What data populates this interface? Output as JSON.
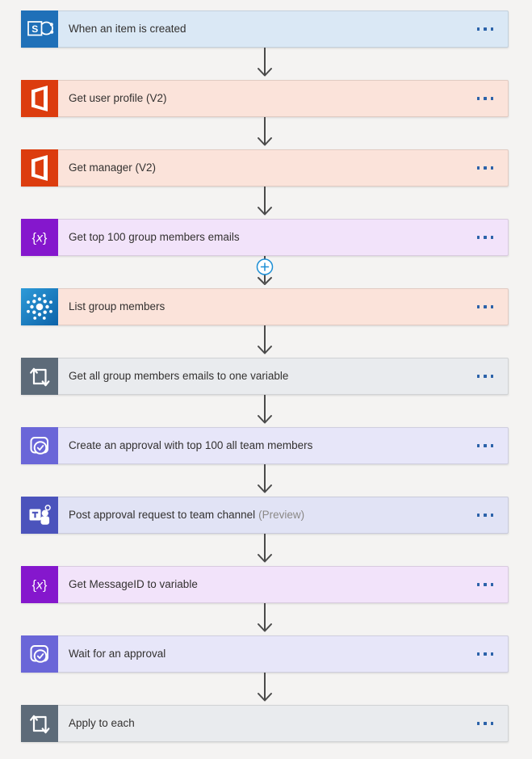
{
  "canvas": {
    "background_color": "#f4f3f2",
    "arrow_color": "#4a4a4a",
    "menu_dots_color": "#2b62a9",
    "insert_button_color": "#1e8fd5",
    "insert_button_label": "+"
  },
  "steps": [
    {
      "title": "When an item is created",
      "icon": "sharepoint-icon",
      "icon_color": "#1f70b8",
      "card_color": "#dae8f5"
    },
    {
      "title": "Get user profile (V2)",
      "icon": "office365-icon",
      "icon_color": "#dc3c0e",
      "card_color": "#fbe3da"
    },
    {
      "title": "Get manager (V2)",
      "icon": "office365-icon",
      "icon_color": "#dc3c0e",
      "card_color": "#fbe3da"
    },
    {
      "title": "Get top 100 group members emails",
      "icon": "variables-icon",
      "icon_color": "#8517cd",
      "card_color": "#f2e3fa",
      "insert_after": true
    },
    {
      "title": "List group members",
      "icon": "groups-icon",
      "icon_color": "#1a7fc4",
      "icon_color_top": "#2d9ad8",
      "icon_color_bottom": "#0d63a9",
      "card_color": "#fbe3da"
    },
    {
      "title": "Get all group members emails to one variable",
      "icon": "apply-to-each-icon",
      "icon_color": "#5d6b79",
      "card_color": "#e9ebee"
    },
    {
      "title": "Create an approval with top 100 all team members",
      "icon": "approvals-icon",
      "icon_color": "#6a66d8",
      "card_color": "#e7e6f9"
    },
    {
      "title": "Post approval request to team channel",
      "suffix": "(Preview)",
      "icon": "teams-icon",
      "icon_color": "#4b53bc",
      "card_color": "#e1e3f5"
    },
    {
      "title": "Get MessageID to variable",
      "icon": "variables-icon",
      "icon_color": "#8517cd",
      "card_color": "#f2e3fa"
    },
    {
      "title": "Wait for an approval",
      "icon": "approvals-icon",
      "icon_color": "#6a66d8",
      "card_color": "#e7e6f9"
    },
    {
      "title": "Apply to each",
      "icon": "apply-to-each-icon",
      "icon_color": "#5d6b79",
      "card_color": "#e9ebee"
    }
  ]
}
